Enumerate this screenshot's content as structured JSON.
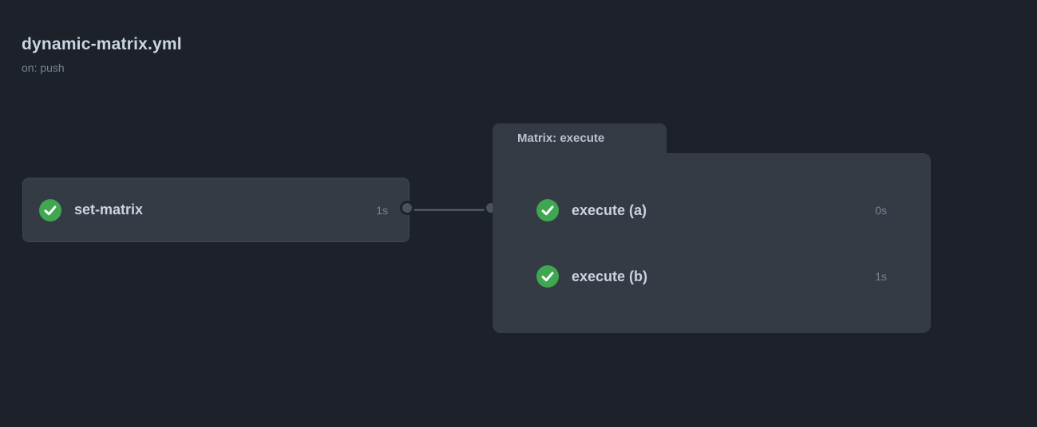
{
  "page": {
    "title": "dynamic-matrix.yml",
    "trigger": "on: push"
  },
  "colors": {
    "background": "#1c212a",
    "node_fill": "#343b44",
    "node_border": "#3e4650",
    "title_text": "#cbd6e2",
    "label_text": "#c9d4e0",
    "muted_text": "#768390",
    "connector": "#4a525c",
    "success_green": "#3fa74f",
    "check_white": "#ffffff"
  },
  "graph": {
    "jobs": [
      {
        "label": "set-matrix",
        "duration": "1s",
        "status": "success",
        "status_icon": "check-circle-icon"
      }
    ],
    "group": {
      "label": "Matrix: execute",
      "jobs": [
        {
          "label": "execute (a)",
          "duration": "0s",
          "status": "success",
          "status_icon": "check-circle-icon"
        },
        {
          "label": "execute (b)",
          "duration": "1s",
          "status": "success",
          "status_icon": "check-circle-icon"
        }
      ]
    }
  }
}
